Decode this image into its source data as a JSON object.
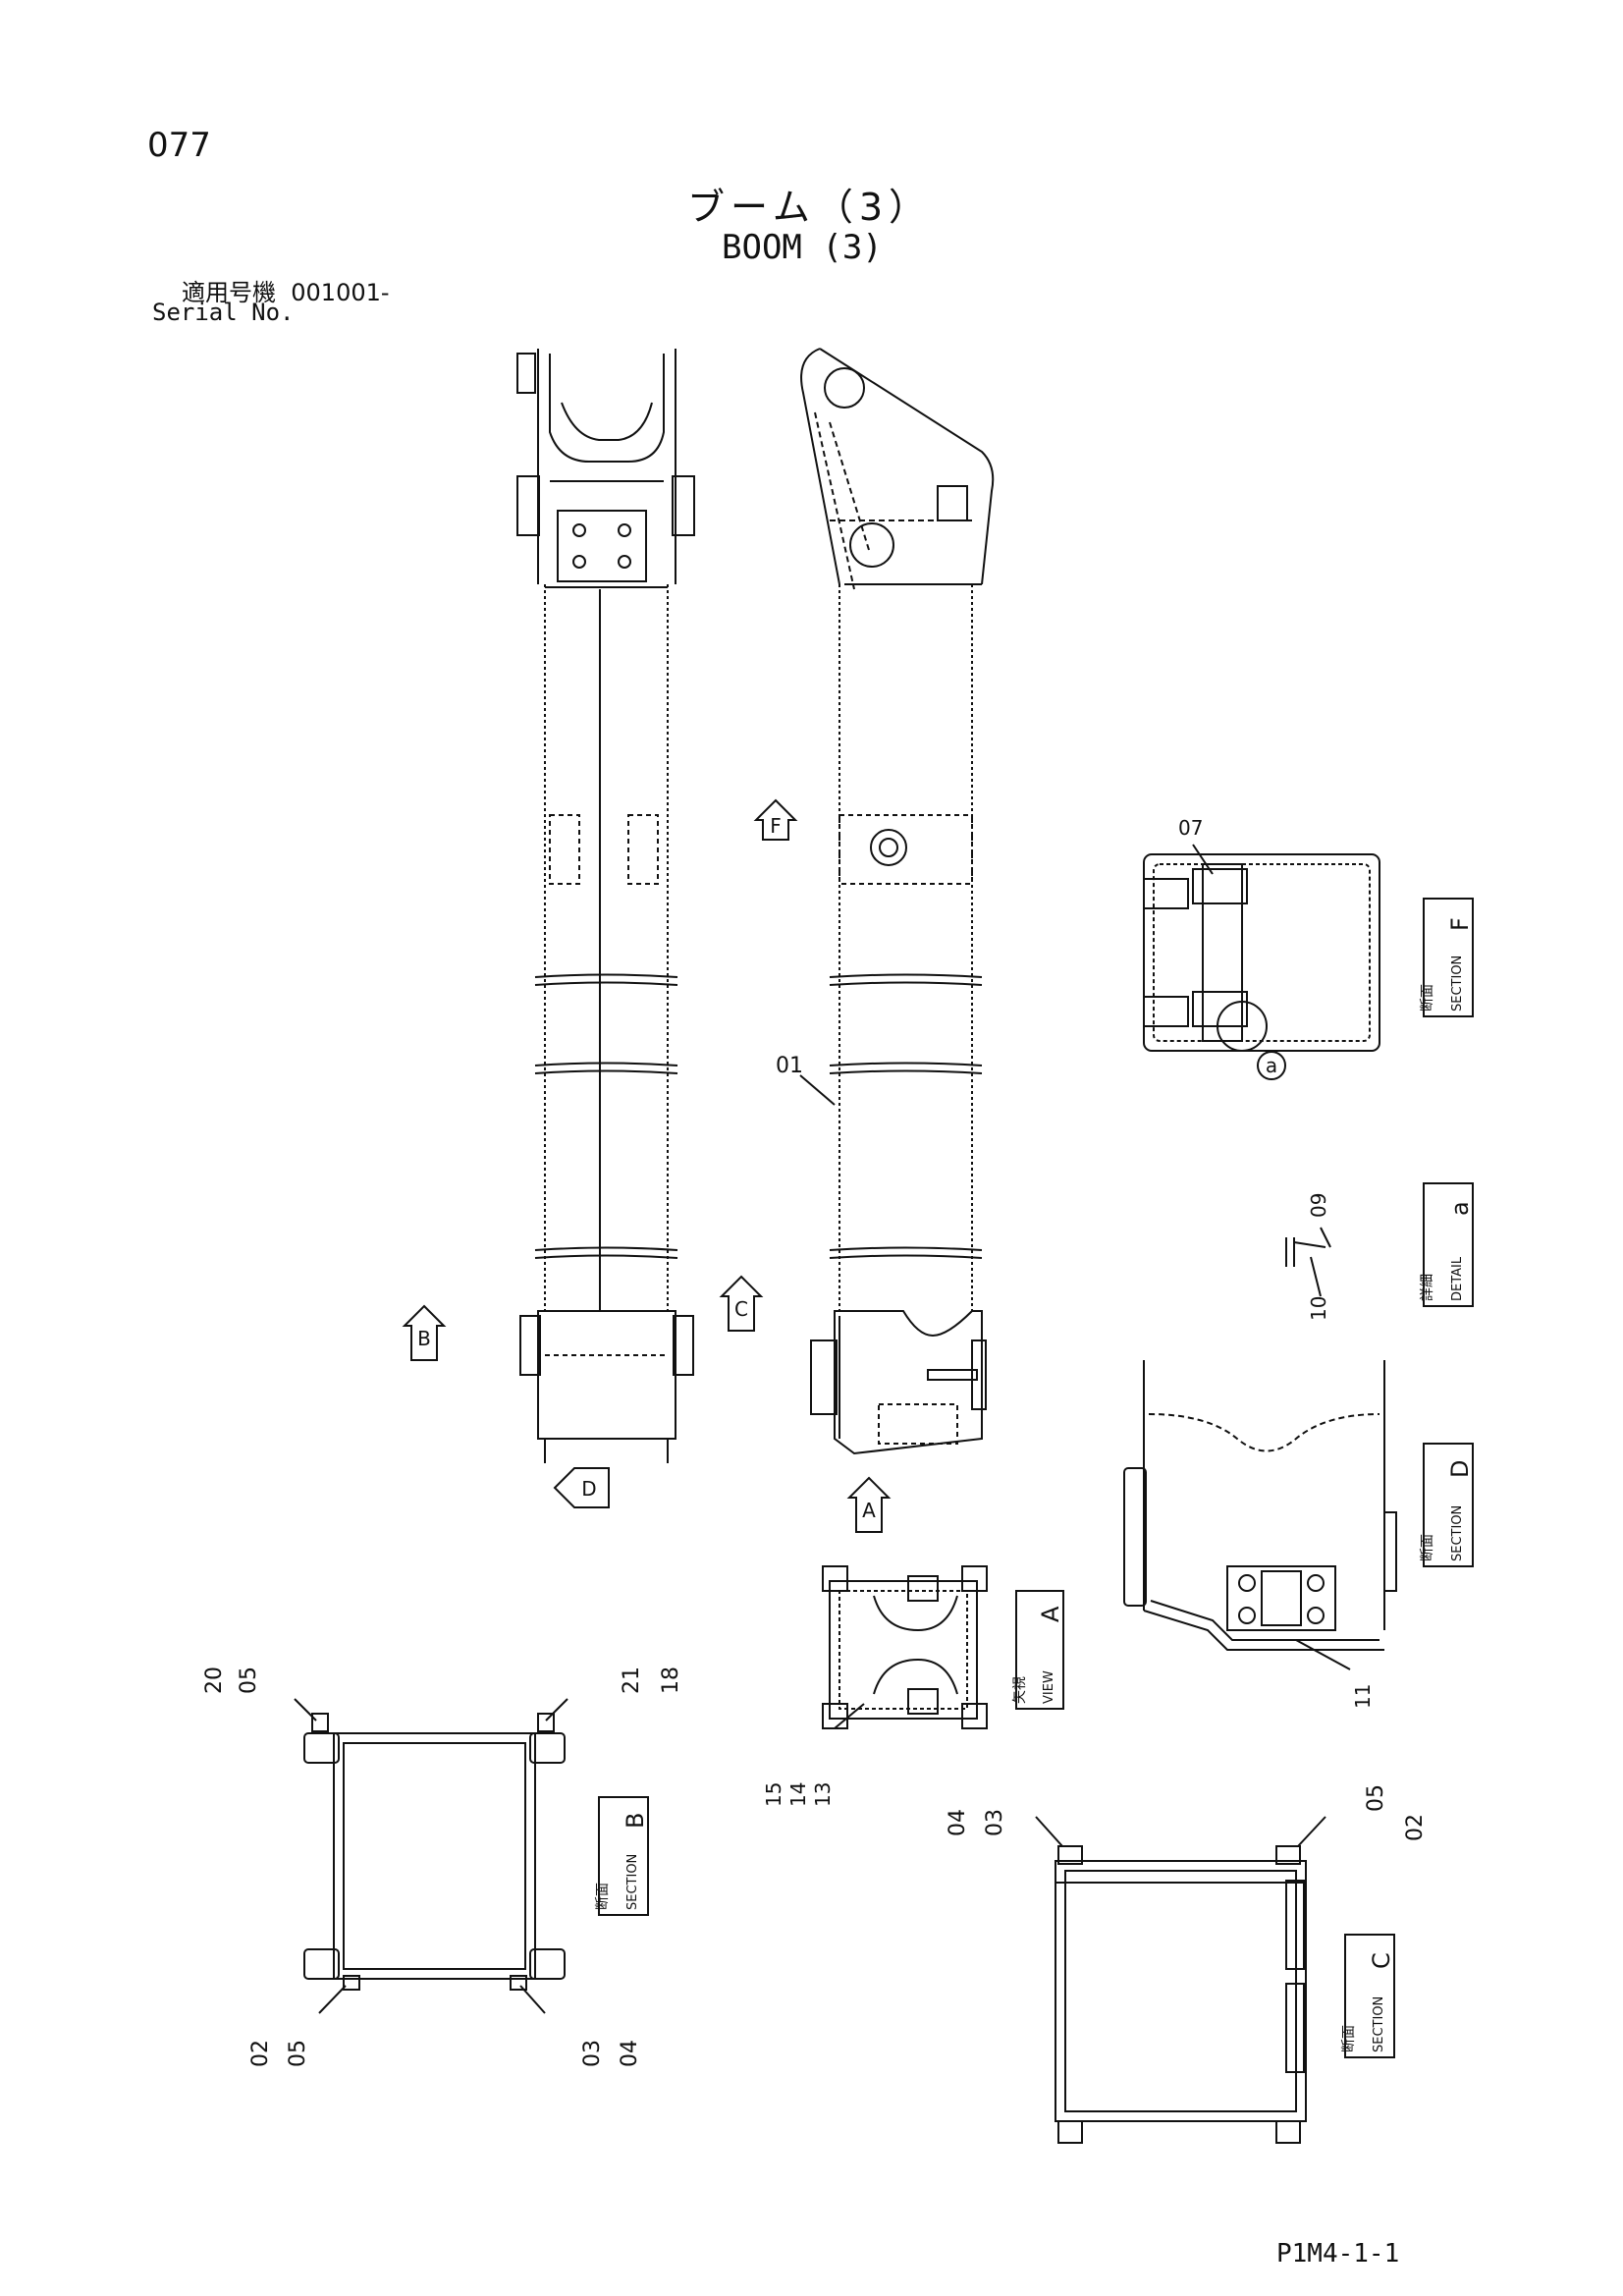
{
  "header": {
    "page_number": "077",
    "title_jp": "ブーム（3）",
    "title_en": "BOOM (3)",
    "serial_label_jp": "適用号機",
    "serial_value": "001001-",
    "serial_label_en": "Serial No."
  },
  "footer": {
    "drawing_code": "P1M4-1-1"
  },
  "view_markers": {
    "A": "A",
    "B": "B",
    "C": "C",
    "D": "D",
    "F": "F"
  },
  "section_labels": {
    "section_jp": "断面",
    "section_en": "SECTION",
    "view_jp": "矢視",
    "view_en": "VIEW",
    "detail_jp": "詳細",
    "detail_en": "DETAIL",
    "section_b": "B",
    "section_c": "C",
    "section_d": "D",
    "section_f": "F",
    "view_a": "A",
    "detail_a": "a"
  },
  "part_numbers": {
    "main_01": "01",
    "f_07": "07",
    "f_detail_mark": "a",
    "detail_09": "09",
    "detail_10": "10",
    "d_11": "11",
    "a_15": "15",
    "a_14": "14",
    "a_13": "13",
    "b_20": "20",
    "b_05_top": "05",
    "b_21": "21",
    "b_18": "18",
    "b_02": "02",
    "b_05_bot": "05",
    "b_03": "03",
    "b_04": "04",
    "c_04": "04",
    "c_03": "03",
    "c_05": "05",
    "c_02": "02"
  }
}
